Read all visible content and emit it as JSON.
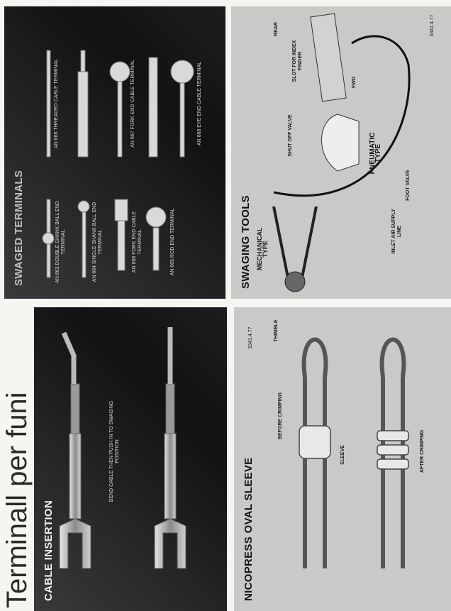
{
  "page": {
    "title": "Terminall per funi"
  },
  "cable_insertion": {
    "title": "CABLE INSERTION",
    "note": "BEND CABLE THEN PUSH IN TO SWAGING POSITION"
  },
  "swaged_terminals": {
    "title": "SWAGED TERMINALS",
    "items": [
      "AN 663 DOUBLE SHANK BALL END TERMINAL",
      "AN 664 SINGLE SHANK BALL END TERMINAL",
      "AN 668 FORK END CABLE TERMINAL",
      "AN 669 ROD END TERMINAL",
      "AN 666 THREADED CABLE TERMINAL",
      "AN 667 FORK END CABLE TERMINAL",
      "AN 668 EYE END CABLE TERMINAL"
    ]
  },
  "nicopress": {
    "title": "NICOPRESS OVAL SLEEVE",
    "labels": {
      "thimble": "THIMBLE",
      "before": "BEFORE CRIMPING",
      "sleeve": "SLEEVE",
      "after": "AFTER CRIMPING",
      "code": "3341.4.77"
    }
  },
  "swaging_tools": {
    "title": "SWAGING TOOLS",
    "labels": {
      "mechanical": "MECHANICAL TYPE",
      "pneumatic": "PNEUMATIC TYPE",
      "slot": "SLOT FOR INDEX FINGER",
      "rear": "REAR",
      "fwd": "FWD",
      "shutoff": "SHUT OFF VALVE",
      "inlet": "INLET AIR SUPPLY LINE",
      "foot": "FOOT VALVE",
      "code": "3341.4.77"
    }
  }
}
